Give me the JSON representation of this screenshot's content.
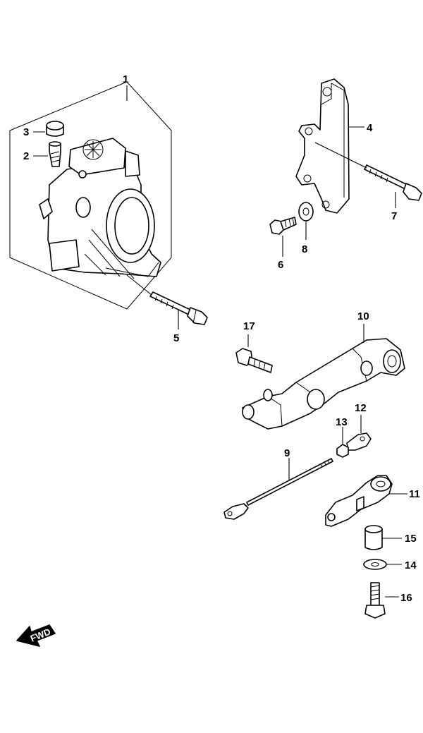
{
  "diagram": {
    "callouts": [
      "1",
      "2",
      "3",
      "4",
      "5",
      "6",
      "7",
      "8",
      "9",
      "10",
      "11",
      "12",
      "13",
      "14",
      "15",
      "16",
      "17"
    ],
    "direction_badge": "FWD"
  }
}
